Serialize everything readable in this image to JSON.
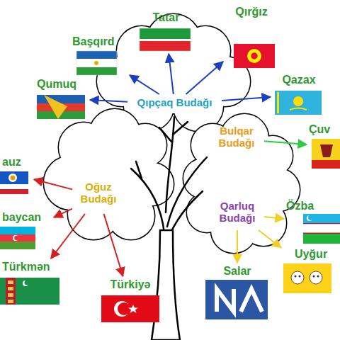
{
  "diagram": {
    "nodes": [
      {
        "text": [
          "Qıpçaq Budağı"
        ]
      },
      {
        "text": [
          "Bulqar Budağı"
        ]
      },
      {
        "text": [
          "Oğuz Budağı"
        ]
      },
      {
        "text": [
          "Qarluq Budağı"
        ]
      },
      {
        "text": [
          "Tatar"
        ]
      },
      {
        "text": [
          "Başqırd"
        ]
      },
      {
        "text": [
          "Qırğız"
        ]
      },
      {
        "text": [
          "Qumuq"
        ]
      },
      {
        "text": [
          "Qazax"
        ]
      },
      {
        "text": [
          "Çuv"
        ]
      },
      {
        "text": [
          "auz"
        ]
      },
      {
        "text": [
          "Özba"
        ]
      },
      {
        "text": [
          "baycan"
        ]
      },
      {
        "text": [
          "Türkmən"
        ]
      },
      {
        "text": [
          "Uyğur"
        ]
      },
      {
        "text": [
          "Türkiyə"
        ]
      },
      {
        "text": [
          "Salar"
        ]
      }
    ],
    "edges": [
      {
        "from": 0,
        "to": 4,
        "arrow": "to"
      },
      {
        "from": 0,
        "to": 5,
        "arrow": "to"
      },
      {
        "from": 0,
        "to": 6,
        "arrow": "to"
      },
      {
        "from": 0,
        "to": 7,
        "arrow": "to"
      },
      {
        "from": 0,
        "to": 8,
        "arrow": "to"
      },
      {
        "from": 1,
        "to": 9,
        "arrow": "to"
      },
      {
        "from": 2,
        "to": 10,
        "arrow": "to"
      },
      {
        "from": 2,
        "to": 12,
        "arrow": "to"
      },
      {
        "from": 2,
        "to": 13,
        "arrow": "to"
      },
      {
        "from": 2,
        "to": 15,
        "arrow": "to"
      },
      {
        "from": 3,
        "to": 11,
        "arrow": "to"
      },
      {
        "from": 3,
        "to": 14,
        "arrow": "to"
      },
      {
        "from": 3,
        "to": 16,
        "arrow": "to"
      }
    ]
  }
}
